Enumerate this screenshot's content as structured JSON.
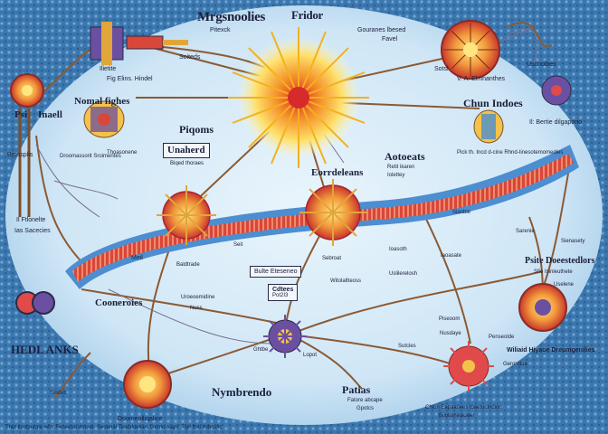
{
  "colors": {
    "background_outer": "#3f7fb5",
    "background_inner": "#dceefa",
    "membrane_red": "#d9463a",
    "membrane_blue": "#4c8ed0",
    "sun_yellow": "#ffd23a",
    "sun_orange": "#e8732b",
    "line_brown": "#8a5a34"
  },
  "labels": {
    "top_left_title": "Mrgsnoolies",
    "top_left_sub": "Pitexck",
    "top_left_sub2": "Soiteds",
    "top_center": "Fridor",
    "top_right_note": "Gouranes lbesed",
    "top_right_note2": "Favel",
    "left_cell_caption": "Fig Elins. Hindel",
    "left_cell_caption2": "Ilietite",
    "far_left_a": "Psi",
    "far_left_b": "Inaell",
    "far_left_c": "Brossplis",
    "normalfighes": "Nomal fighes",
    "normal_note": "Thoasonene",
    "piqoms": "Piqoms",
    "unaherd": "Unaherd",
    "unaherd_sub": "Biqed thoraes",
    "left_notes": "Droomassorit Sroimentes",
    "right_top_caption": "V. A. Elmnanthes",
    "right_top_label": "Sotsl",
    "right_top_label2": "Uscnolbes",
    "chun_indoes": "Chun Indoes",
    "chun_sub": "Il: Bertie dilgaporio",
    "chun_notes": "Pick th. Incd d-cine Rhnd-Iinesotemomedies",
    "earendeleans": "Eorrdeleans",
    "autoeats": "Aotoeats",
    "autoeats_sub": "Retit ikaren",
    "autoeats_sub2": "Iolettey",
    "left_mid_a": "Il Ftlonelte",
    "left_mid_b": "Ias Sacecies",
    "membrane_left_label": "Meil",
    "center_tags_a": "Seit",
    "center_tags_b": "Baldtrade",
    "center_tags_c": "Sebroat",
    "center_box": "Bulte Eteseneo",
    "cdtees": "Cdtees",
    "cdtees_sub": "Pot2I3",
    "vitoltales": "Witolaltteoss",
    "right_labels_a": "Ioasoth",
    "right_labels_b": "Iaoasate",
    "right_labels_c": "Uslilerelosh",
    "right_a": "Sianble",
    "right_b": "Sarenie",
    "right_c": "Sienasety",
    "right_d": "Psite Doeestedlors",
    "right_e": "Sfie Isinleuthete",
    "right_f": "Uselene",
    "coomeroies": "Cooneroies",
    "coom_sub": "Uroeoemidine",
    "coom_sub2": "Nuss",
    "hedl_aints": "HEDL ANKS",
    "bottom_left": "Sindeb",
    "left_loop_a": "Ghtbe",
    "center_virus_a": "Lopot",
    "center_virus_b": "Sutcles",
    "center_virus_c": "Nusdaye",
    "nymbrendo": "Nymbrendo",
    "mid_bottom_note": "Piseoom",
    "patias": "Patias",
    "patias_sub": "Fatore abcape",
    "patias_sub2": "Gpotcs",
    "bottom_left_caption": "Doomeolliqalice",
    "bottom_right_a": "Penseolde",
    "bottom_right_b": "Gerondaa",
    "bottom_right_caption": "Chlon Eapaatiees lbaetuulndion",
    "bottom_right_caption2": "Biloitonlkaoaer",
    "far_right_caption": "Wiliaid Hiyaoe Dreumgenilies",
    "footer": "Thet kxolpurgle wfn, Feneetat-dmuel- Seoenal Teaddoeliies Gerrin-slapf. Tlyll fhiti lfnbcsflc"
  }
}
